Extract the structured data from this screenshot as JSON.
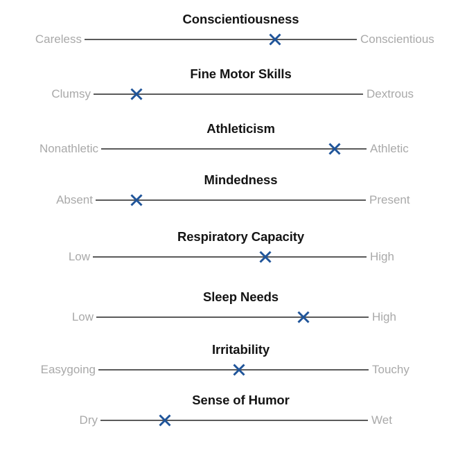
{
  "chart_data": {
    "type": "scatter",
    "title": "",
    "subtitle": "",
    "xlabel": "",
    "ylabel": "",
    "xlim": [
      0,
      1
    ],
    "grid": false,
    "legend": null,
    "marker": "x",
    "marker_color": "#1f5499",
    "line_color": "#5a5a5a",
    "label_color": "#a9a9a9",
    "title_color": "#141414",
    "background": "#ffffff",
    "categories": [
      "Conscientiousness",
      "Fine Motor Skills",
      "Athleticism",
      "Mindedness",
      "Respiratory Capacity",
      "Sleep Needs",
      "Irritability",
      "Sense of Humor"
    ],
    "values": [
      0.7,
      0.16,
      0.88,
      0.15,
      0.63,
      0.76,
      0.52,
      0.24
    ],
    "left_labels": [
      "Careless",
      "Clumsy",
      "Nonathletic",
      "Absent",
      "Low",
      "Low",
      "Easygoing",
      "Dry"
    ],
    "right_labels": [
      "Conscientious",
      "Dextrous",
      "Athletic",
      "Present",
      "High",
      "High",
      "Touchy",
      "Wet"
    ]
  },
  "rows": [
    {
      "title": "Conscientiousness",
      "left_label": "Careless",
      "right_label": "Conscientious",
      "value": 0.7,
      "marker": "x-marker"
    },
    {
      "title": "Fine Motor Skills",
      "left_label": "Clumsy",
      "right_label": "Dextrous",
      "value": 0.16,
      "marker": "x-marker"
    },
    {
      "title": "Athleticism",
      "left_label": "Nonathletic",
      "right_label": "Athletic",
      "value": 0.88,
      "marker": "x-marker"
    },
    {
      "title": "Mindedness",
      "left_label": "Absent",
      "right_label": "Present",
      "value": 0.15,
      "marker": "x-marker"
    },
    {
      "title": "Respiratory Capacity",
      "left_label": "Low",
      "right_label": "High",
      "value": 0.63,
      "marker": "x-marker"
    },
    {
      "title": "Sleep Needs",
      "left_label": "Low",
      "right_label": "High",
      "value": 0.76,
      "marker": "x-marker"
    },
    {
      "title": "Irritability",
      "left_label": "Easygoing",
      "right_label": "Touchy",
      "value": 0.52,
      "marker": "x-marker"
    },
    {
      "title": "Sense of Humor",
      "left_label": "Dry",
      "right_label": "Wet",
      "value": 0.24,
      "marker": "x-marker"
    }
  ]
}
